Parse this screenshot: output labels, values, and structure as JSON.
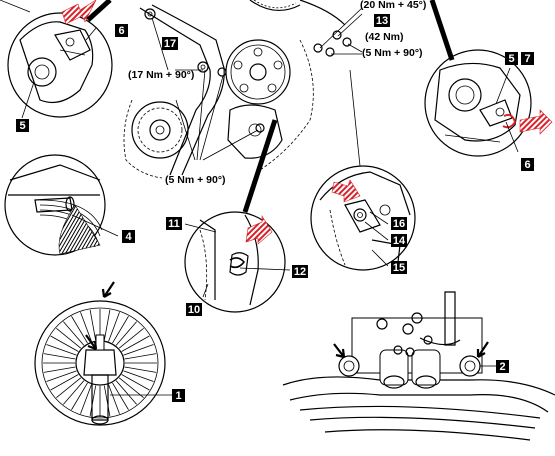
{
  "callouts": {
    "c1": "1",
    "c2": "2",
    "c4": "4",
    "c5a": "5",
    "c5b": "5",
    "c6a": "6",
    "c6b": "6",
    "c7": "7",
    "c10": "10",
    "c11": "11",
    "c12": "12",
    "c13": "13",
    "c14": "14",
    "c15": "15",
    "c16": "16",
    "c17": "17"
  },
  "torque": {
    "t_20_45": "(20 Nm + 45°)",
    "t_42": "(42 Nm)",
    "t_5_90_right": "(5 Nm + 90°)",
    "t_17_90": "(17 Nm + 90°)",
    "t_5_90_center": "(5 Nm + 90°)"
  },
  "colors": {
    "callout_box": "#000000",
    "callout_text": "#ffffff",
    "arrow_red": "#d8232a",
    "line": "#000000",
    "background": "#ffffff"
  },
  "icons": {
    "pointer": "arrow-icon",
    "marking": "red-striped-arrow-icon"
  }
}
